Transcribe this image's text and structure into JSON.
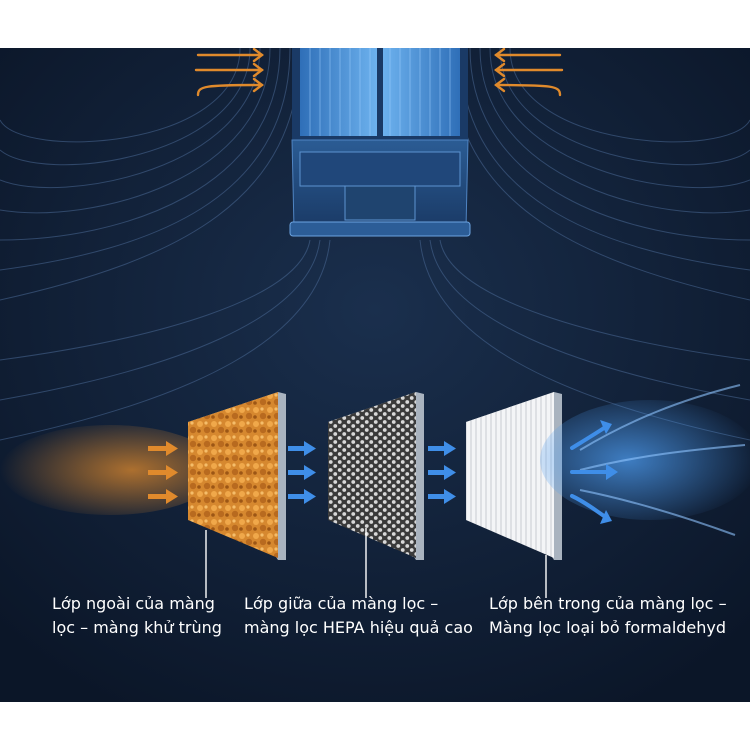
{
  "background_color": "#0d1a2e",
  "air_intake_color": "#e08a2c",
  "clean_air_color": "#3f8ee8",
  "purifier": {
    "name": "air-purifier-filter-cartridge"
  },
  "layers": [
    {
      "name": "outer-layer",
      "texture": "orange-sponge",
      "caption_line1": "Lớp ngoài của màng",
      "caption_line2": "lọc – màng khử trùng"
    },
    {
      "name": "middle-layer",
      "texture": "grey-hexagon-mesh",
      "caption_line1": "Lớp giữa của màng lọc –",
      "caption_line2": "màng lọc HEPA hiệu quả cao"
    },
    {
      "name": "inner-layer",
      "texture": "white-pleated",
      "caption_line1": "Lớp bên trong của màng lọc –",
      "caption_line2": "Màng lọc loại bỏ formaldehyd"
    }
  ]
}
